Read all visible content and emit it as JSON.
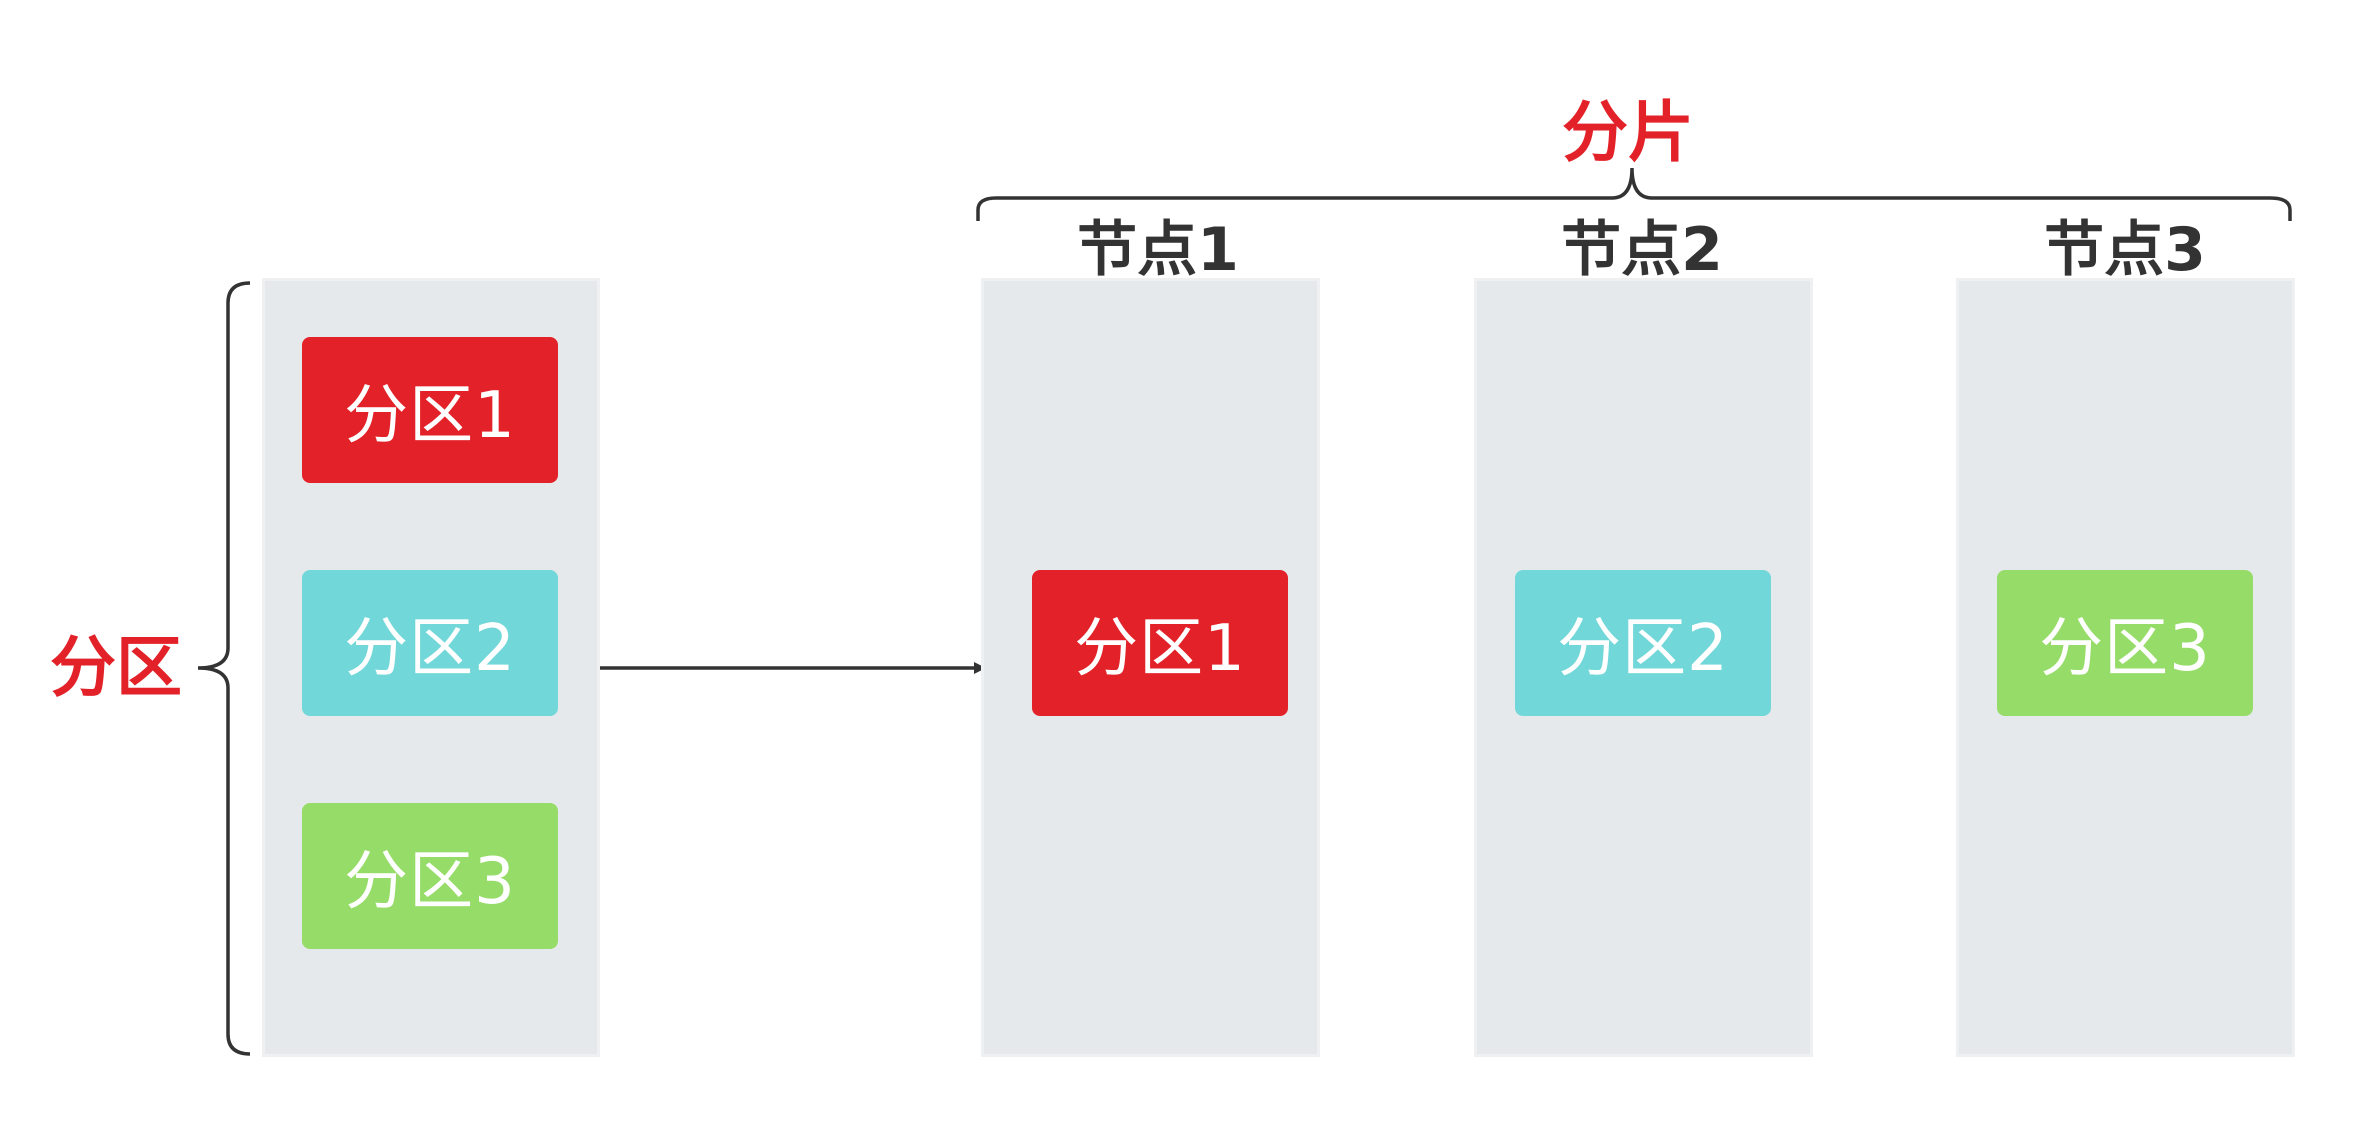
{
  "left": {
    "label": "分区",
    "partitions": [
      {
        "label": "分区1",
        "color": "#e22228"
      },
      {
        "label": "分区2",
        "color": "#72d7d9"
      },
      {
        "label": "分区3",
        "color": "#96dc69"
      }
    ]
  },
  "right": {
    "label": "分片",
    "nodes": [
      {
        "label": "节点1",
        "partition": "分区1",
        "color": "#e22228"
      },
      {
        "label": "节点2",
        "partition": "分区2",
        "color": "#72d7d9"
      },
      {
        "label": "节点3",
        "partition": "分区3",
        "color": "#96dc69"
      }
    ]
  },
  "colors": {
    "accent_red": "#e22228",
    "column_bg": "#e6e9ec",
    "line": "#333333"
  }
}
